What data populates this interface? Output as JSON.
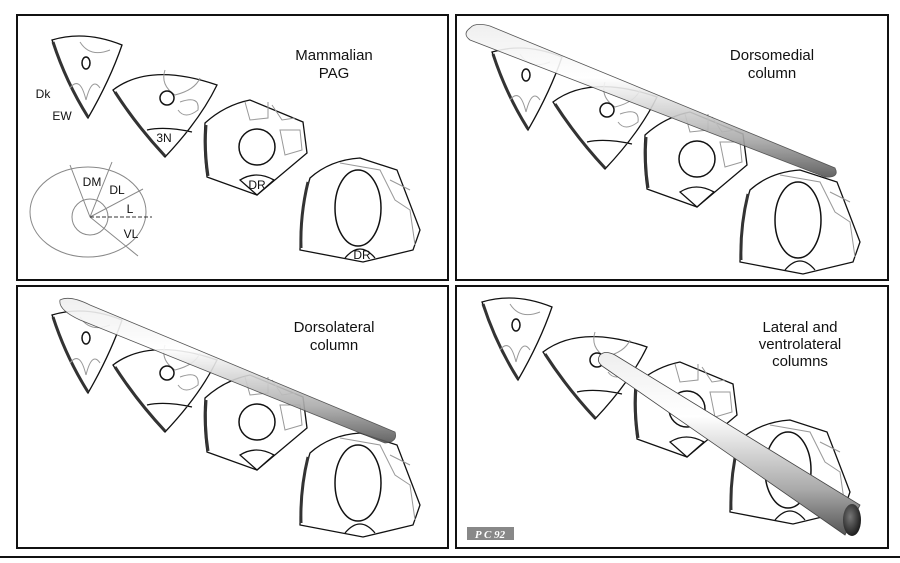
{
  "panels": [
    {
      "title_lines": [
        "Mammalian",
        "PAG"
      ]
    },
    {
      "title_lines": [
        "Dorsomedial",
        "column"
      ]
    },
    {
      "title_lines": [
        "Dorsolateral",
        "column"
      ]
    },
    {
      "title_lines": [
        "Lateral and",
        "ventrolateral",
        "columns"
      ]
    }
  ],
  "section_labels": {
    "dk": "Dk",
    "ew": "EW",
    "n3": "3N",
    "dr1": "DR",
    "dr2": "DR"
  },
  "column_key": {
    "dm": "DM",
    "dl": "DL",
    "l": "L",
    "vl": "VL"
  },
  "credit": "P C 92"
}
